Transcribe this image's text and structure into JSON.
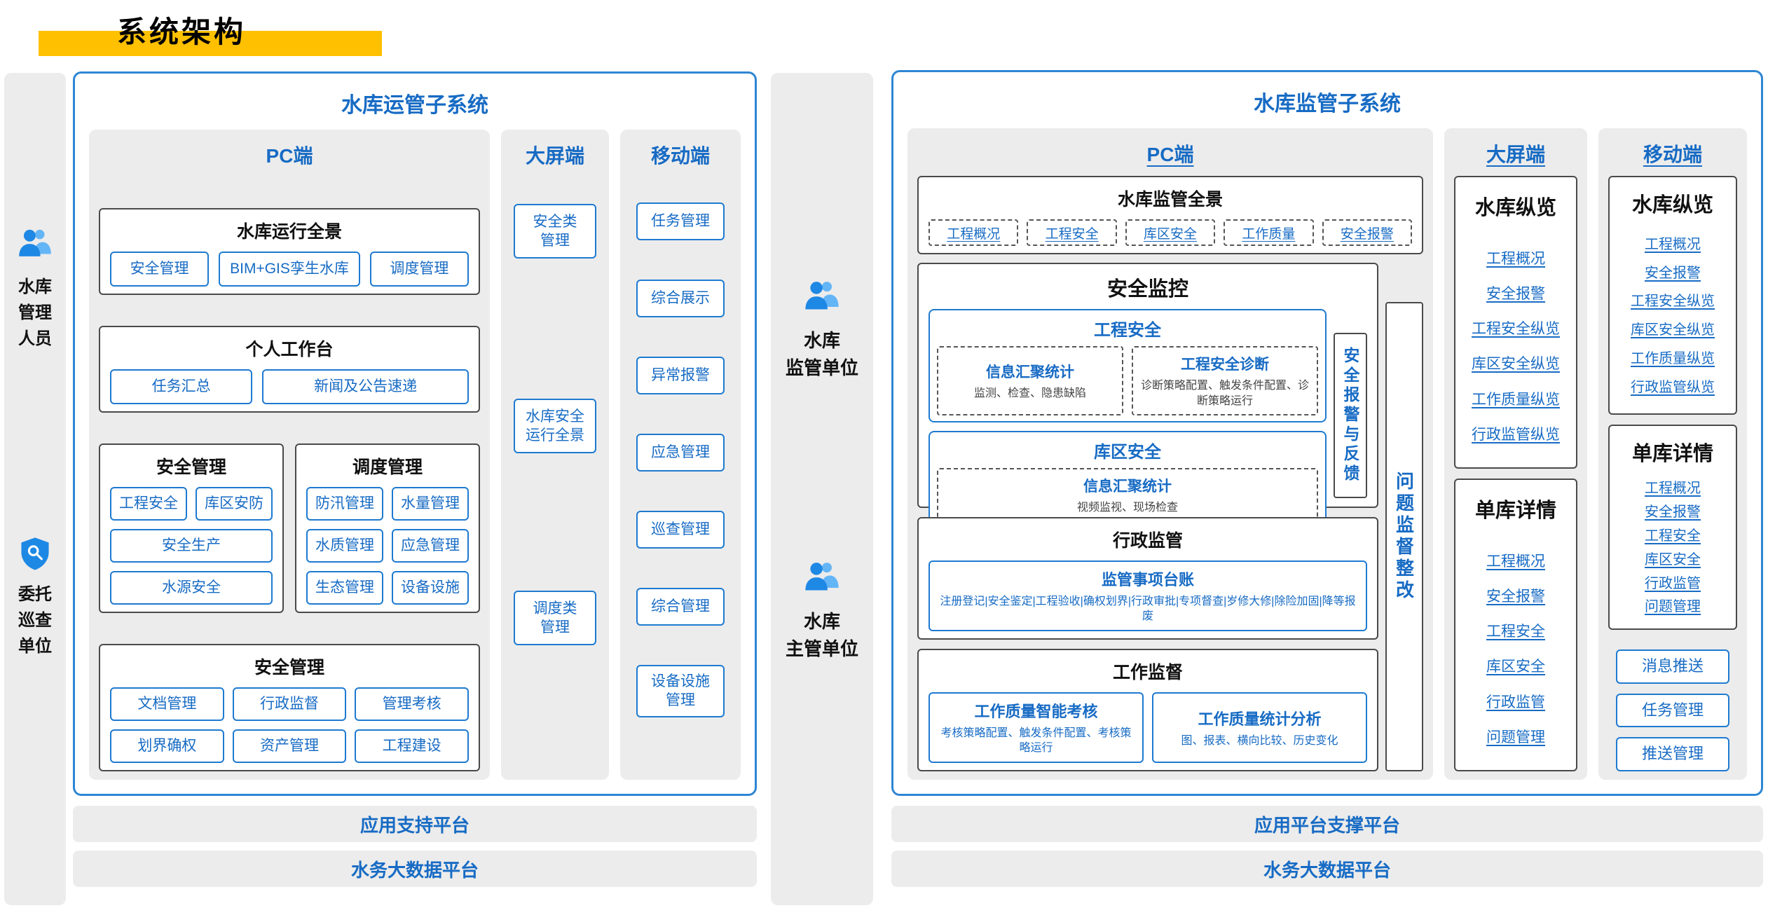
{
  "title": "系统架构",
  "colors": {
    "accent": "#176bc4",
    "highlight": "#ffc000",
    "panel": "#ececec"
  },
  "left_rail": {
    "roles": [
      {
        "icon": "users-icon",
        "lines": [
          "水库",
          "管理",
          "人员"
        ]
      },
      {
        "icon": "shield-search-icon",
        "lines": [
          "委托",
          "巡查",
          "单位"
        ]
      }
    ]
  },
  "mid_rail": {
    "roles": [
      {
        "icon": "users-icon",
        "lines": [
          "水库",
          "监管单位"
        ]
      },
      {
        "icon": "users-icon",
        "lines": [
          "水库",
          "主管单位"
        ]
      }
    ]
  },
  "ops": {
    "title": "水库运管子系统",
    "pc_label": "PC端",
    "g1": {
      "title": "水库运行全景",
      "b": [
        "安全管理",
        "BIM+GIS孪生水库",
        "调度管理"
      ]
    },
    "g2": {
      "title": "个人工作台",
      "b": [
        "任务汇总",
        "新闻及公告速递"
      ]
    },
    "g3": {
      "title": "安全管理",
      "b": [
        "工程安全",
        "库区安防",
        "安全生产",
        "水源安全"
      ]
    },
    "g4": {
      "title": "调度管理",
      "b": [
        "防汛管理",
        "水量管理",
        "水质管理",
        "应急管理",
        "生态管理",
        "设备设施"
      ]
    },
    "g5": {
      "title": "安全管理",
      "b": [
        "文档管理",
        "行政监督",
        "管理考核",
        "划界确权",
        "资产管理",
        "工程建设"
      ]
    },
    "screen_label": "大屏端",
    "screen_buttons": [
      "安全类\n管理",
      "水库安全\n运行全景",
      "调度类\n管理"
    ],
    "mobile_label": "移动端",
    "mobile_buttons": [
      "任务管理",
      "综合展示",
      "异常报警",
      "应急管理",
      "巡查管理",
      "综合管理",
      "设备设施\n管理"
    ]
  },
  "sup": {
    "title": "水库监管子系统",
    "pc_label": "PC端",
    "panorama": {
      "title": "水库监管全景",
      "items": [
        "工程概况",
        "工程安全",
        "库区安全",
        "工作质量",
        "安全报警"
      ]
    },
    "monitor": {
      "title": "安全监控",
      "eng": {
        "title": "工程安全",
        "c1": {
          "title": "信息汇聚统计",
          "desc": "监测、检查、隐患缺陷"
        },
        "c2": {
          "title": "工程安全诊断",
          "desc": "诊断策略配置、触发条件配置、诊断策略运行"
        }
      },
      "area": {
        "title": "库区安全",
        "c1": {
          "title": "信息汇聚统计",
          "desc": "视频监视、现场检查"
        }
      },
      "alarm": "安全报警与反馈"
    },
    "admin": {
      "title": "行政监管",
      "card": {
        "title": "监管事项台账",
        "desc": "注册登记|安全鉴定|工程验收|确权划界|行政审批|专项督查|岁修大修|除险加固|降等报废"
      }
    },
    "work": {
      "title": "工作监督",
      "c1": {
        "title": "工作质量智能考核",
        "desc": "考核策略配置、触发条件配置、考核策略运行"
      },
      "c2": {
        "title": "工作质量统计分析",
        "desc": "图、报表、横向比较、历史变化"
      }
    },
    "issue": "问题监督整改",
    "screen_label": "大屏端",
    "screen_g1": {
      "title": "水库纵览",
      "items": [
        "工程概况",
        "安全报警",
        "工程安全纵览",
        "库区安全纵览",
        "工作质量纵览",
        "行政监管纵览"
      ]
    },
    "screen_g2": {
      "title": "单库详情",
      "items": [
        "工程概况",
        "安全报警",
        "工程安全",
        "库区安全",
        "行政监管",
        "问题管理"
      ]
    },
    "mobile_label": "移动端",
    "mobile_g1": {
      "title": "水库纵览",
      "items": [
        "工程概况",
        "安全报警",
        "工程安全纵览",
        "库区安全纵览",
        "工作质量纵览",
        "行政监管纵览"
      ]
    },
    "mobile_g2": {
      "title": "单库详情",
      "items": [
        "工程概况",
        "安全报警",
        "工程安全",
        "库区安全",
        "行政监管",
        "问题管理"
      ]
    },
    "mobile_buttons": [
      "消息推送",
      "任务管理",
      "推送管理"
    ]
  },
  "platforms": {
    "ops": [
      "应用支持平台",
      "水务大数据平台"
    ],
    "sup": [
      "应用平台支撑平台",
      "水务大数据平台"
    ]
  }
}
